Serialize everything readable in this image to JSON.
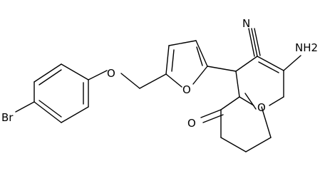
{
  "atoms": {
    "br": "Br",
    "o_ether": "O",
    "o_furan": "O",
    "n_nitrile": "N",
    "nh2": "NH2",
    "o_pyran": "O",
    "o_ketone": "O"
  }
}
